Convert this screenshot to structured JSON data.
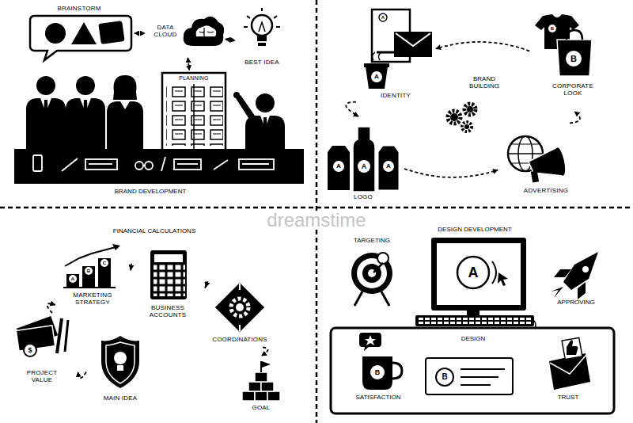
{
  "diagram": {
    "nodes": [
      {
        "text": [
          "BRAINSTORM"
        ]
      },
      {
        "text": [
          "DATA CLOUD"
        ]
      },
      {
        "text": [
          "BEST IDEA"
        ]
      },
      {
        "text": [
          "PLANNING"
        ]
      },
      {
        "text": [
          "IDENTITY"
        ]
      },
      {
        "text": [
          "CORPORATE LOOK"
        ]
      },
      {
        "text": [
          "LOGO"
        ]
      },
      {
        "text": [
          "ADVERTISING"
        ]
      },
      {
        "text": [
          "MARKETING STRATEGY"
        ]
      },
      {
        "text": [
          "BUSINESS ACCOUNTS"
        ]
      },
      {
        "text": [
          "PROJECT VALUE"
        ]
      },
      {
        "text": [
          "COORDINATIONS"
        ]
      },
      {
        "text": [
          "MAIN IDEA"
        ]
      },
      {
        "text": [
          "GOAL"
        ]
      }
    ],
    "edges": [
      {
        "from": 0,
        "to": 1,
        "arrow": "both"
      },
      {
        "from": 1,
        "to": 2,
        "arrow": "both"
      },
      {
        "from": 1,
        "to": 3,
        "arrow": "both"
      },
      {
        "from": 4,
        "to": 6,
        "arrow": "to"
      },
      {
        "from": 6,
        "to": 7,
        "arrow": "to"
      },
      {
        "from": 7,
        "to": 5,
        "arrow": "to"
      },
      {
        "from": 5,
        "to": 4,
        "arrow": "to"
      },
      {
        "from": 10,
        "to": 8,
        "arrow": "to"
      },
      {
        "from": 8,
        "to": 9,
        "arrow": "to"
      },
      {
        "from": 9,
        "to": 11,
        "arrow": "to"
      },
      {
        "from": 11,
        "to": 13,
        "arrow": "to"
      },
      {
        "from": 12,
        "to": 10,
        "arrow": "to"
      }
    ],
    "labels": [
      "BRAND DEVELOPMENT",
      "A",
      "A",
      "B",
      "B",
      "BRAND BUILDING",
      "A",
      "A",
      "A",
      "dreamstime",
      "FINANCIAL CALCULATIONS",
      "A",
      "B",
      "C",
      "$",
      "DESIGN DEVELOPMENT",
      "TARGETING",
      "A",
      "APPROVING",
      "DESIGN",
      "B",
      "B",
      "SATISFACTION",
      "TRUST"
    ]
  }
}
